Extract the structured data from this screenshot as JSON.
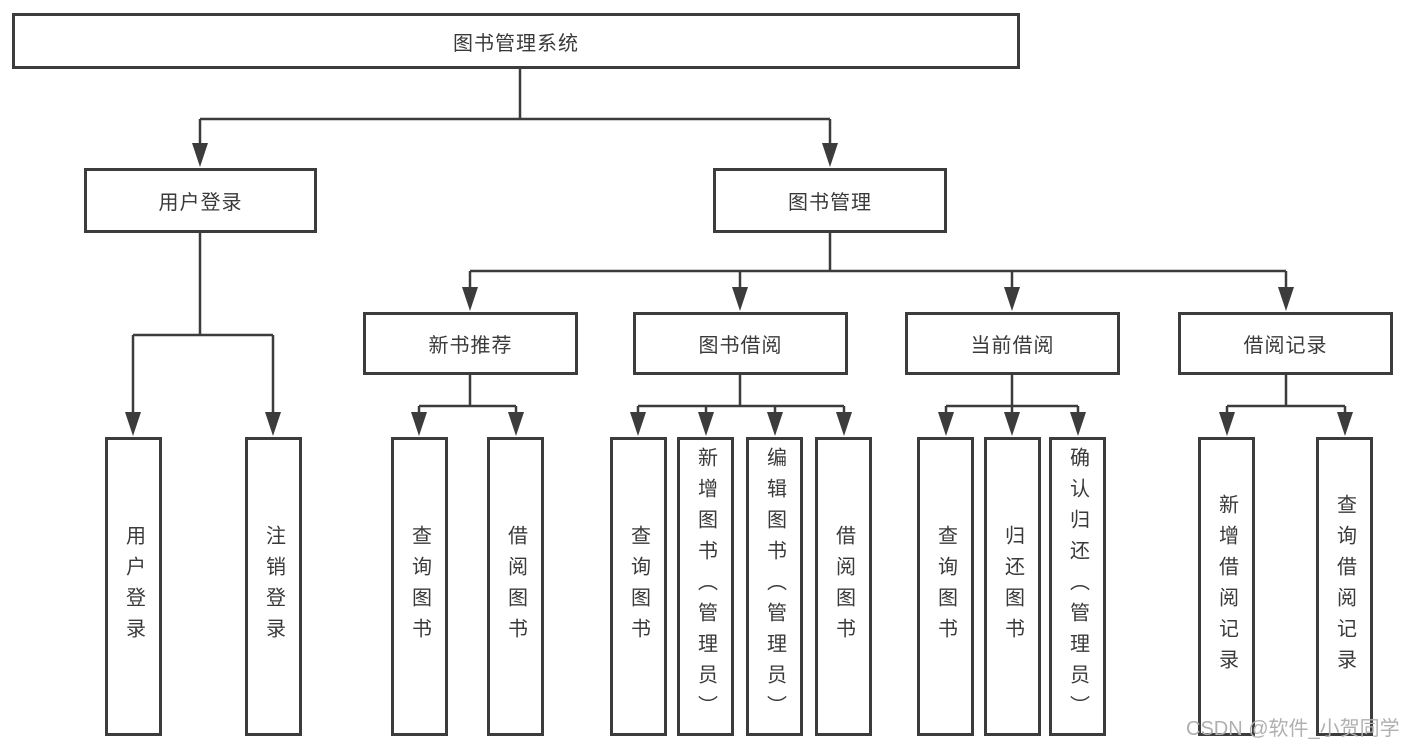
{
  "diagram": {
    "type": "tree",
    "tree": {
      "label": "图书管理系统",
      "children": [
        {
          "label": "用户登录",
          "children": [
            {
              "label": "用户登录"
            },
            {
              "label": "注销登录"
            }
          ]
        },
        {
          "label": "图书管理",
          "children": [
            {
              "label": "新书推荐",
              "children": [
                {
                  "label": "查询图书"
                },
                {
                  "label": "借阅图书"
                }
              ]
            },
            {
              "label": "图书借阅",
              "children": [
                {
                  "label": "查询图书"
                },
                {
                  "label": "新增图书（管理员）"
                },
                {
                  "label": "编辑图书（管理员）"
                },
                {
                  "label": "借阅图书"
                }
              ]
            },
            {
              "label": "当前借阅",
              "children": [
                {
                  "label": "查询图书"
                },
                {
                  "label": "归还图书"
                },
                {
                  "label": "确认归还（管理员）"
                }
              ]
            },
            {
              "label": "借阅记录",
              "children": [
                {
                  "label": "新增借阅记录"
                },
                {
                  "label": "查询借阅记录"
                }
              ]
            }
          ]
        }
      ]
    },
    "watermark": "CSDN @软件_小贺同学",
    "colors": {
      "line": "#3c3c3c",
      "text": "#3a3a3a",
      "watermark": "#b0b0b0",
      "background": "#ffffff"
    }
  }
}
